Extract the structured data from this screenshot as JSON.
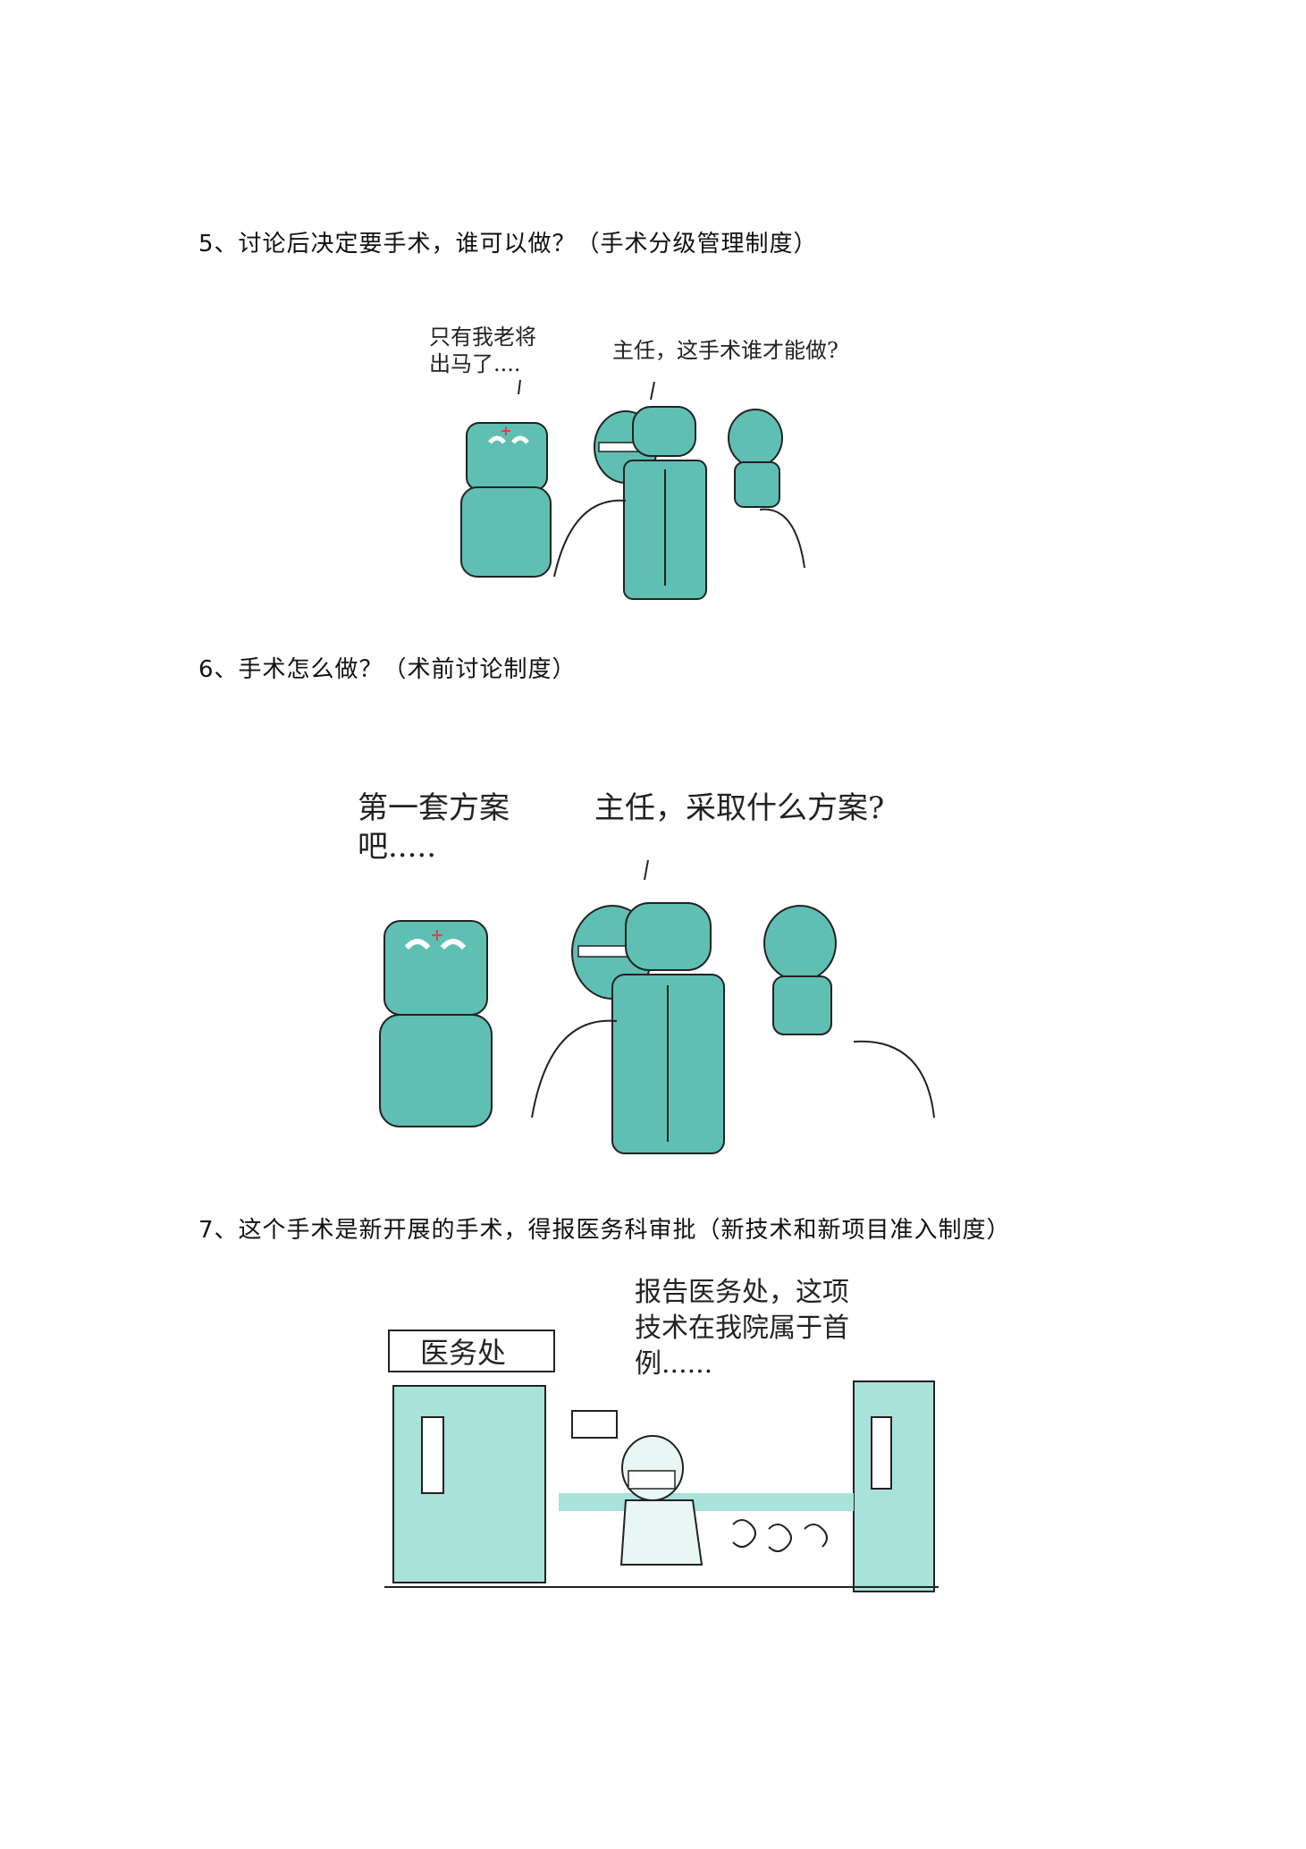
{
  "colors": {
    "scrub": "#5fbfb3",
    "scrub_light": "#a9e2da",
    "ink": "#222222",
    "cross": "#e0404a"
  },
  "sections": [
    {
      "heading": "5、讨论后决定要手术，谁可以做？（手术分级管理制度）",
      "bubble_left": [
        "只有我老将",
        "出马了...."
      ],
      "bubble_right": "主任，这手术谁才能做?"
    },
    {
      "heading": "6、手术怎么做？（术前讨论制度）",
      "bubble_left": [
        "第一套方案",
        "吧....."
      ],
      "bubble_right": "主任，采取什么方案?"
    },
    {
      "heading": "7、这个手术是新开展的手术，得报医务科审批（新技术和新项目准入制度）",
      "sign": "医务处",
      "bubble": [
        "报告医务处，这项",
        "技术在我院属于首",
        "例......"
      ]
    }
  ]
}
